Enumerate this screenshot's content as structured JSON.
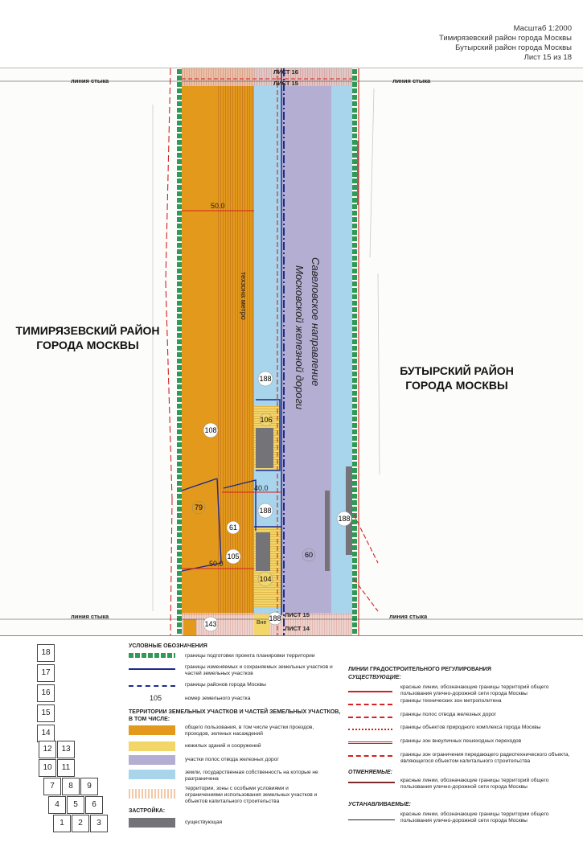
{
  "header": {
    "scale": "Масштаб 1:2000",
    "district1": "Тимирязевский район города Москвы",
    "district2": "Бутырский район города Москвы",
    "sheet": "Лист 15 из 18"
  },
  "map": {
    "joint_label": "линия стыка",
    "sheet_above": "ЛИСТ 16",
    "sheet_current": "ЛИСТ 15",
    "sheet_below": "ЛИСТ 14",
    "left_district": "ТИМИРЯЗЕВСКИЙ РАЙОН ГОРОДА МОСКВЫ",
    "right_district": "БУТЫРСКИЙ РАЙОН ГОРОДА МОСКВЫ",
    "railway_label_1": "Савеловское направление",
    "railway_label_2": "Московской железной дороги",
    "metro_zone_label": "техзона метро",
    "dim_50_top": "50.0",
    "dim_40": "40.0",
    "dim_50_bottom": "50.0",
    "partial_label": "Вне",
    "parcels": [
      "188",
      "106",
      "108",
      "79",
      "188",
      "61",
      "105",
      "104",
      "60",
      "188",
      "188",
      "143"
    ]
  },
  "legend": {
    "index_sheets": [
      "18",
      "17",
      "16",
      "15",
      "14",
      "12",
      "13",
      "10",
      "11",
      "7",
      "8",
      "9",
      "4",
      "5",
      "6",
      "1",
      "2",
      "3"
    ],
    "title_main": "УСЛОВНЫЕ ОБОЗНАЧЕНИЯ",
    "item_boundary": "границы подготовки проекта планировки территории",
    "item_parcel_bounds": "границы изменяемых и сохраняемых земельных участков и частей земельных участков",
    "item_district_bounds": "границы районов города Москвы",
    "item_number_sample": "105",
    "item_number": "номер земельного участка",
    "title_territories": "ТЕРРИТОРИИ ЗЕМЕЛЬНЫХ УЧАСТКОВ И ЧАСТЕЙ ЗЕМЕЛЬНЫХ УЧАСТКОВ, В ТОМ ЧИСЛЕ:",
    "item_public": "общего пользования, в том числе участки проездов, проходов, зеленых насаждений",
    "item_nonres": "нежилых зданий и сооружений",
    "item_rail": "участки полос отвода железных дорог",
    "item_state": "земли, государственная собственность на которые не разграничена",
    "item_special": "территории, зоны с особыми условиями и ограничениями использования земельных участков и объектов капитального строительства",
    "title_buildings": "ЗАСТРОЙКА:",
    "item_existing": "существующая",
    "title_lines": "ЛИНИИ ГРАДОСТРОИТЕЛЬНОГО РЕГУЛИРОВАНИЯ",
    "title_existing": "СУЩЕСТВУЮЩИЕ:",
    "line_red": "красные линии, обозначающие границы территорий общего пользования улично-дорожной сети города Москвы",
    "line_metro": "границы технических зон метрополитена",
    "line_rail": "границы полос отвода железных дорог",
    "line_nature": "границы объектов природного комплекса города Москвы",
    "line_crossings": "границы зон внеуличных пешеходных переходов",
    "line_radio": "границы зон ограничения передающего радиотехнического объекта, являющегося объектом капитального строительства",
    "title_cancelled": "ОТМЕНЯЕМЫЕ:",
    "line_cancel": "красные линии, обозначающие границы территорий общего пользования улично-дорожной сети города Москвы",
    "title_established": "УСТАНАВЛИВАЕМЫЕ:",
    "line_set": "красные линии, обозначающие границы территории общего пользования улично-дорожной сети города Москвы"
  },
  "colors": {
    "orange": "#e39a1c",
    "yellow": "#f3d66a",
    "lilac": "#b4aed2",
    "lightblue": "#a8d4ec",
    "gray": "#747478",
    "green": "#2e9a55",
    "red": "#d42020",
    "navy": "#1e2b8c",
    "orange_hatch": "#e8a870"
  }
}
